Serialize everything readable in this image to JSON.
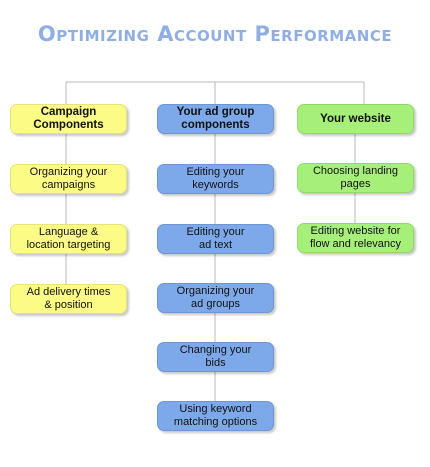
{
  "title": "Optimizing Account Performance",
  "colors": {
    "yellow": "#fbfb86",
    "blue": "#7da9ea",
    "green": "#a6f07a",
    "title": "#8faee6"
  },
  "columns": [
    {
      "header": "Campaign\nComponents",
      "items": [
        "Organizing your\ncampaigns",
        "Language &\nlocation targeting",
        "Ad delivery times\n& position"
      ]
    },
    {
      "header": "Your ad group\ncomponents",
      "items": [
        "Editing your\nkeywords",
        "Editing your\nad text",
        "Organizing your\nad groups",
        "Changing your\nbids",
        "Using keyword\nmatching options"
      ]
    },
    {
      "header": "Your website",
      "items": [
        "Choosing landing\npages",
        "Editing website for\nflow and relevancy"
      ]
    }
  ]
}
